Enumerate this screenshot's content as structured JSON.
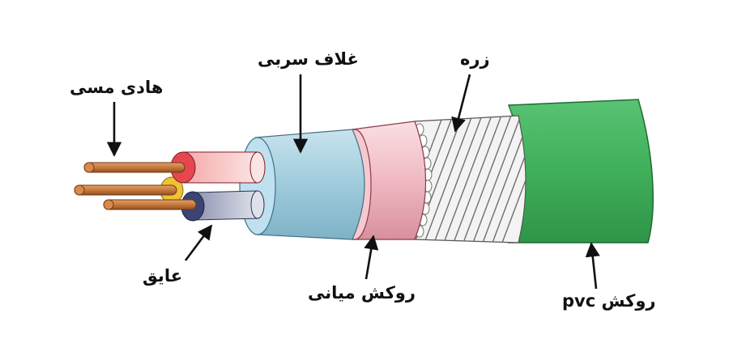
{
  "diagram": {
    "labels": {
      "copper_conductor": "هادی مسی",
      "lead_sheath": "غلاف سربی",
      "armor": "زره",
      "insulation": "عایق",
      "middle_sheath": "روکش میانی",
      "pvc_sheath": "روکش pvc"
    },
    "colors": {
      "copper": "#c8793c",
      "insulation_red": "#e8464f",
      "insulation_blue": "#3c4474",
      "insulation_yellow": "#f1c232",
      "lead_sheath": "#a9cfe0",
      "middle_sheath": "#f1c0c8",
      "armor_wire": "#9a9a9a",
      "pvc": "#43b55e"
    }
  }
}
